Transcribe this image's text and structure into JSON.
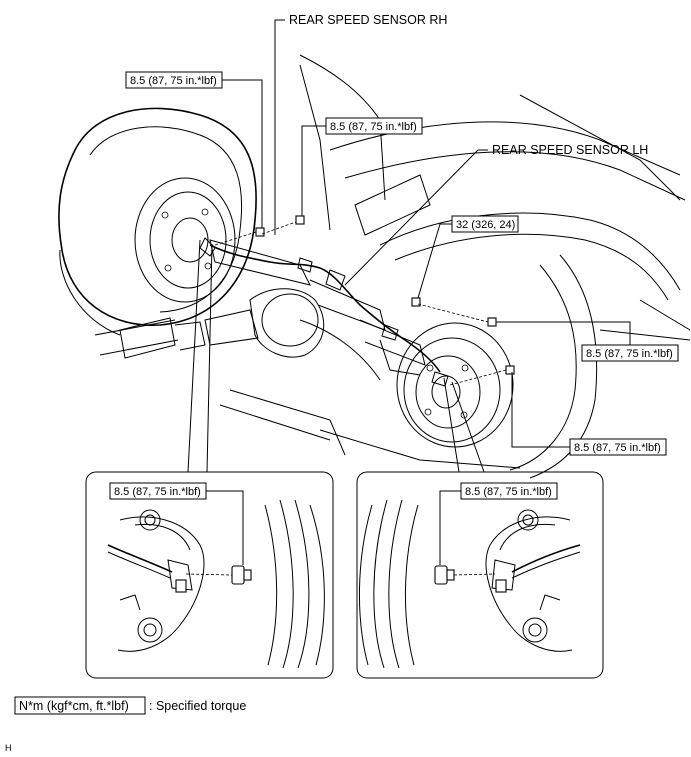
{
  "labels": {
    "rear_speed_sensor_rh": "REAR SPEED SENSOR RH",
    "rear_speed_sensor_lh": "REAR SPEED SENSOR LH"
  },
  "torque_callouts": {
    "rh_top": "8.5 (87, 75 in.*lbf)",
    "rh_center": "8.5 (87, 75 in.*lbf)",
    "axle": "32 (326, 24)",
    "lh_upper": "8.5 (87, 75 in.*lbf)",
    "lh_lower": "8.5 (87, 75 in.*lbf)",
    "detail_left": "8.5 (87, 75 in.*lbf)",
    "detail_right": "8.5 (87, 75 in.*lbf)"
  },
  "legend": {
    "box_text": "N*m (kgf*cm, ft.*lbf)",
    "description": ": Specified torque"
  },
  "figure_code": "H"
}
